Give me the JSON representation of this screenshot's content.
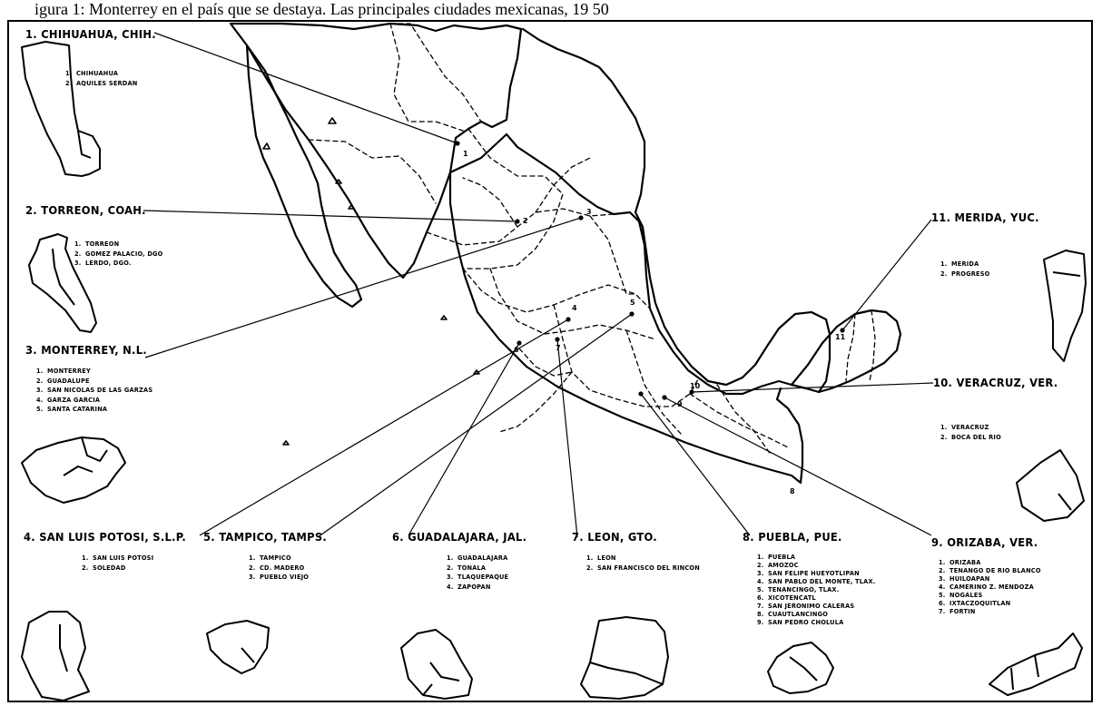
{
  "caption": "igura 1: Monterrey en el país que se destaya. Las principales ciudades mexicanas, 19 50",
  "map_labels": [
    "1",
    "2",
    "3",
    "4",
    "5",
    "6",
    "7",
    "8",
    "9",
    "10",
    "11"
  ],
  "panels": [
    {
      "id": "chihuahua",
      "title": "1. CHIHUAHUA, CHIH.",
      "items": [
        "CHIHUAHUA",
        "AQUILES SERDAN"
      ]
    },
    {
      "id": "torreon",
      "title": "2. TORREON, COAH.",
      "items": [
        "TORREON",
        "GOMEZ PALACIO, DGO",
        "LERDO, DGO."
      ]
    },
    {
      "id": "monterrey",
      "title": "3. MONTERREY, N.L.",
      "items": [
        "MONTERREY",
        "GUADALUPE",
        "SAN NICOLAS DE LAS GARZAS",
        "GARZA GARCIA",
        "SANTA CATARINA"
      ]
    },
    {
      "id": "slp",
      "title": "4. SAN LUIS POTOSI, S.L.P.",
      "items": [
        "SAN LUIS POTOSI",
        "SOLEDAD"
      ]
    },
    {
      "id": "tampico",
      "title": "5. TAMPICO, TAMPS.",
      "items": [
        "TAMPICO",
        "CD. MADERO",
        "PUEBLO VIEJO"
      ]
    },
    {
      "id": "guadalajara",
      "title": "6. GUADALAJARA, JAL.",
      "items": [
        "GUADALAJARA",
        "TONALA",
        "TLAQUEPAQUE",
        "ZAPOPAN"
      ]
    },
    {
      "id": "leon",
      "title": "7. LEON, GTO.",
      "items": [
        "LEON",
        "SAN FRANCISCO DEL RINCON"
      ]
    },
    {
      "id": "puebla",
      "title": "8. PUEBLA, PUE.",
      "items": [
        "PUEBLA",
        "AMOZOC",
        "SAN FELIPE HUEYOTLIPAN",
        "SAN PABLO DEL MONTE, TLAX.",
        "TENANCINGO, TLAX.",
        "XICOTENCATL",
        "SAN JERONIMO CALERAS",
        "CUAUTLANCINGO",
        "SAN PEDRO CHOLULA"
      ]
    },
    {
      "id": "orizaba",
      "title": "9. ORIZABA, VER.",
      "items": [
        "ORIZABA",
        "TENANGO DE RIO BLANCO",
        "HUILOAPAN",
        "CAMERINO Z. MENDOZA",
        "NOGALES",
        "IXTACZOQUITLAN",
        "FORTIN"
      ]
    },
    {
      "id": "veracruz",
      "title": "10. VERACRUZ, VER.",
      "items": [
        "VERACRUZ",
        "BOCA DEL RIO"
      ]
    },
    {
      "id": "merida",
      "title": "11. MERIDA, YUC.",
      "items": [
        "MERIDA",
        "PROGRESO"
      ]
    }
  ]
}
